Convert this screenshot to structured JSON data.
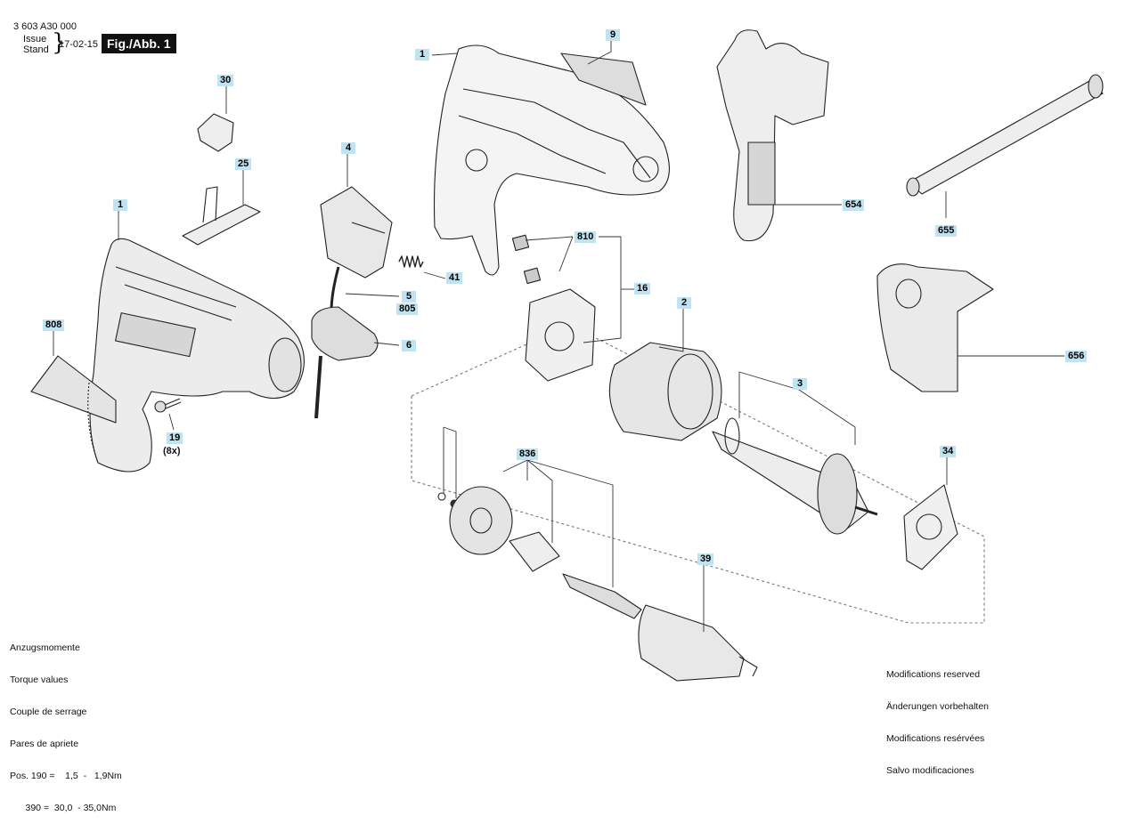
{
  "header": {
    "doc_number": "3 603 A30 000",
    "issue_label": "Issue",
    "stand_label": "Stand",
    "issue_date": "17-02-15",
    "figure_label": "Fig./Abb. 1"
  },
  "callouts": {
    "c1a": "1",
    "c1b": "1",
    "c9": "9",
    "c30": "30",
    "c25": "25",
    "c4": "4",
    "c41": "41",
    "c5": "5",
    "c805": "805",
    "c6": "6",
    "c808": "808",
    "c19": "19",
    "c19_qty": "(8x)",
    "c810": "810",
    "c16": "16",
    "c2": "2",
    "c3": "3",
    "c836": "836",
    "c39": "39",
    "c34": "34",
    "c654": "654",
    "c655": "655",
    "c656": "656"
  },
  "torque": {
    "lines": [
      "Anzugsmomente",
      "Torque values",
      "Couple de serrage",
      "Pares de apriete",
      "Pos. 190 =    1,5  -   1,9Nm",
      "      390 =  30,0  - 35,0Nm"
    ]
  },
  "modifications": {
    "lines": [
      "Modifications reserved",
      "Änderungen vorbehalten",
      "Modifications resérvées",
      "Salvo modificaciones"
    ]
  }
}
